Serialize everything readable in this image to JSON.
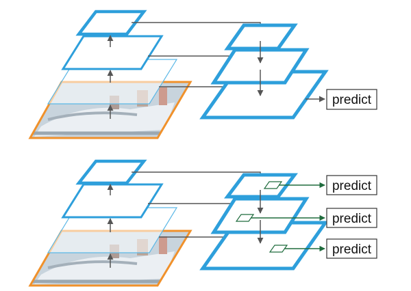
{
  "colors": {
    "pyramid_blue": "#2E9FDB",
    "image_border_orange": "#F0912B",
    "arrow_gray": "#555555",
    "anchor_green": "#1E6B3C",
    "predict_box_border": "#333333"
  },
  "top_diagram": {
    "predict_label": "predict"
  },
  "bottom_diagram": {
    "predict_labels": [
      "predict",
      "predict",
      "predict"
    ]
  },
  "image_content": "photo of a speedboat with people on the water (faded)"
}
